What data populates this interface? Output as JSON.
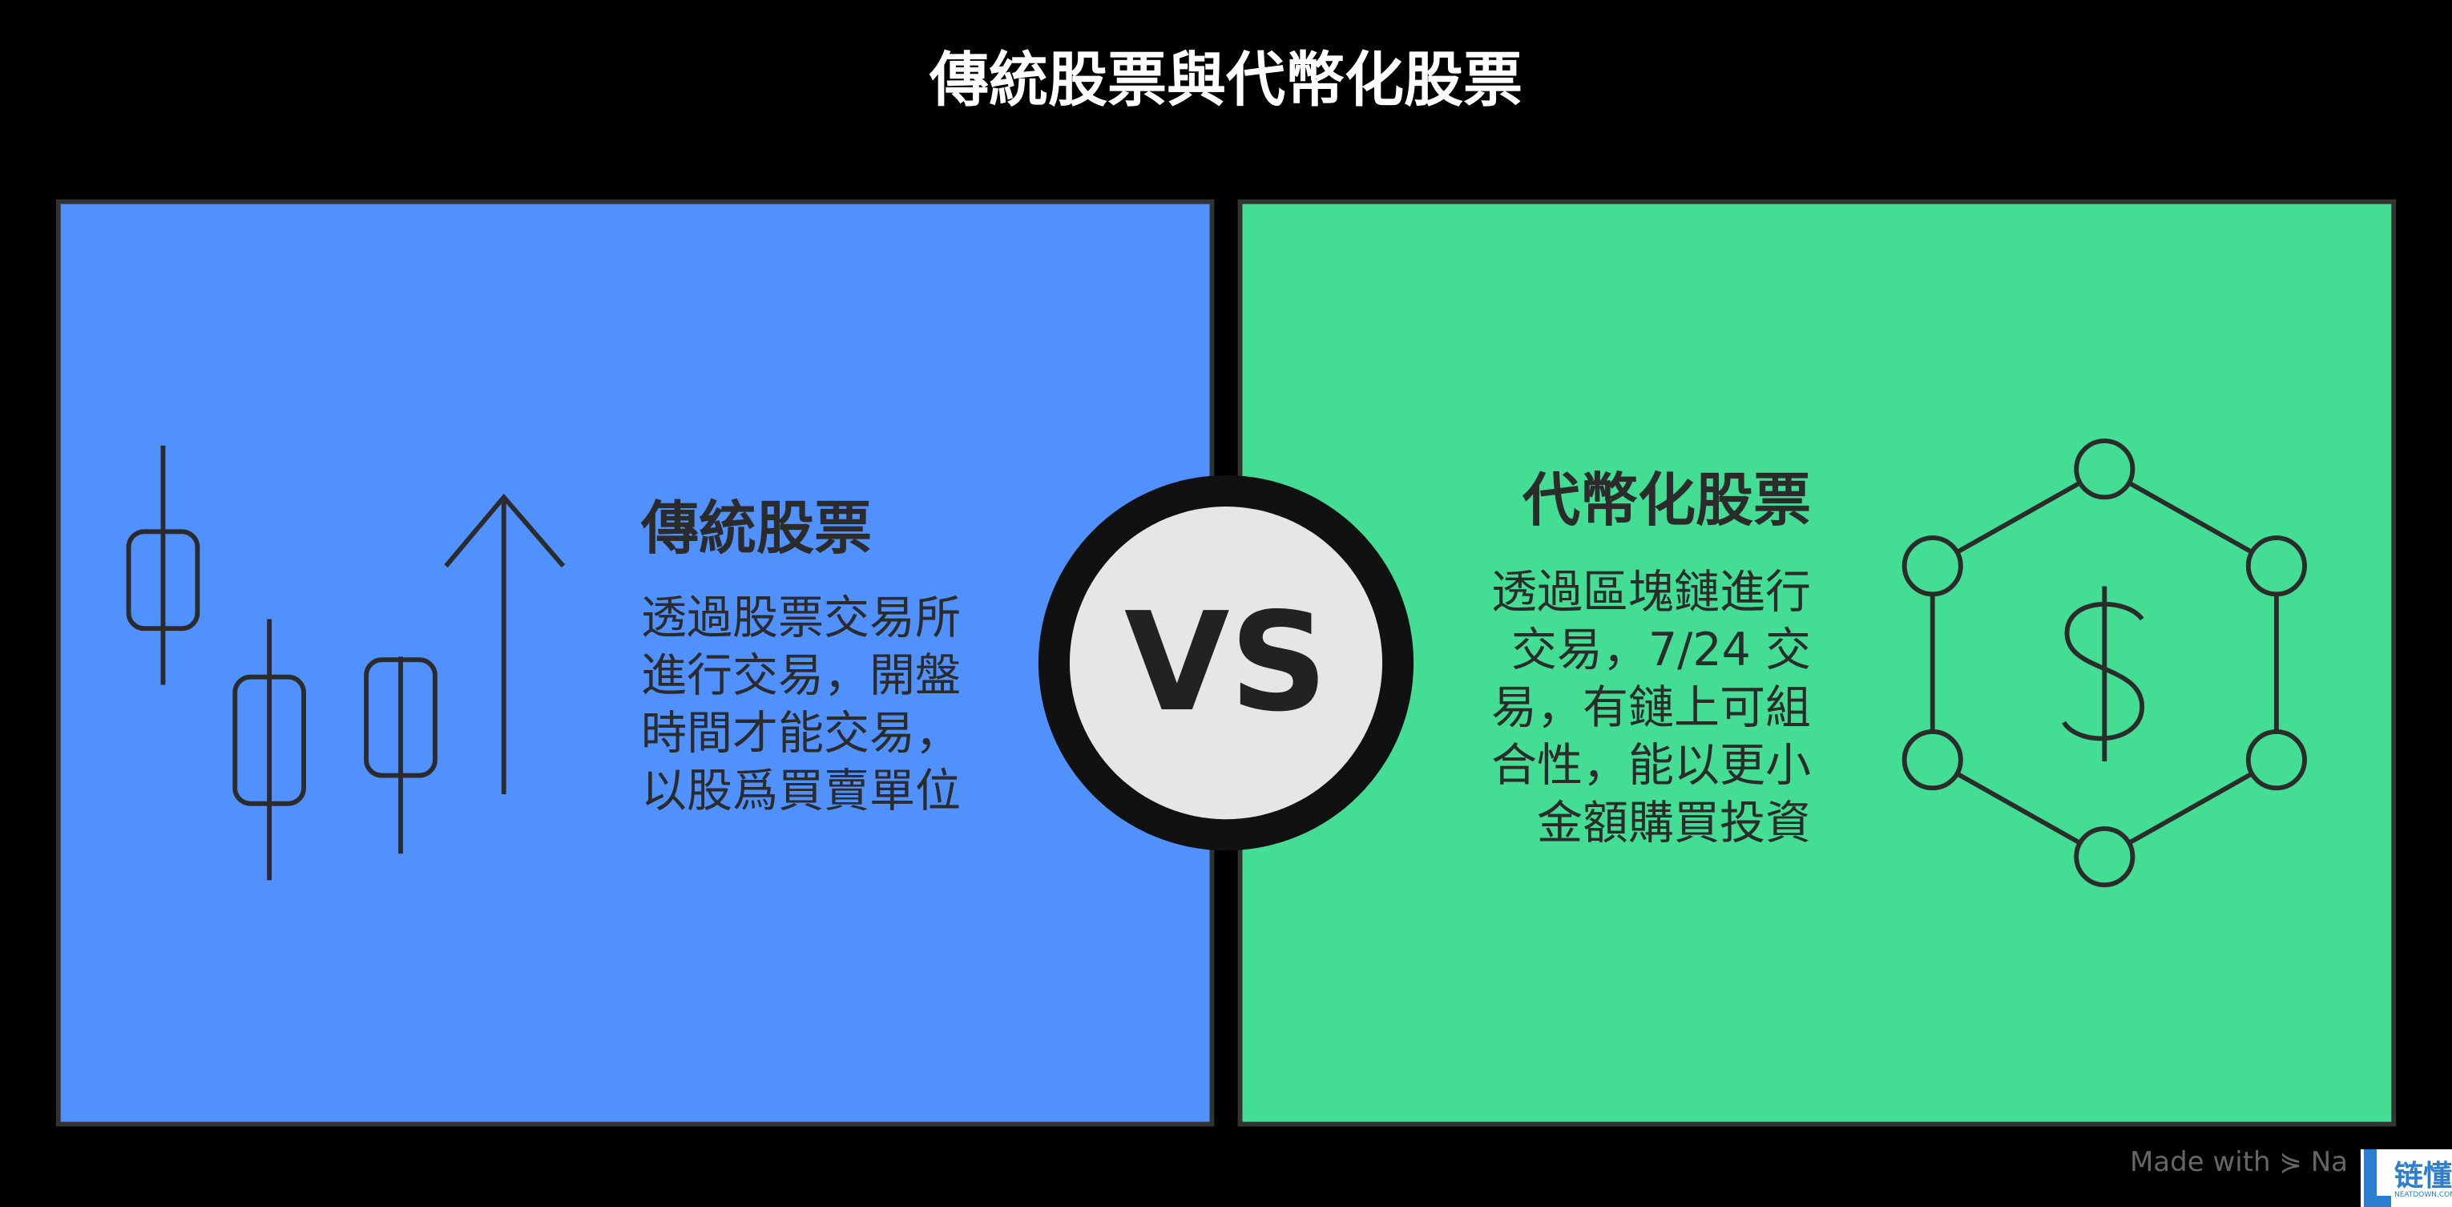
{
  "title": "傳統股票與代幣化股票",
  "colors": {
    "left_panel": "#5191FD",
    "right_panel": "#44DD94",
    "border": "#333333",
    "vs_circle": "#E6E6E6"
  },
  "left": {
    "heading": "傳統股票",
    "lines": [
      "透過股票交易所",
      "進行交易，開盤",
      "時間才能交易，",
      "以股爲買賣單位"
    ],
    "icon": "candlestick-chart-up-arrow-icon"
  },
  "vs_label": "VS",
  "right": {
    "heading": "代幣化股票",
    "lines": [
      "透過區塊鏈進行",
      "交易，7/24 交",
      "易，有鏈上可組",
      "合性，能以更小",
      "金額購買投資"
    ],
    "icon": "hexagon-network-dollar-icon"
  },
  "footer": {
    "made_with": "Made with",
    "brand_partial": "Na"
  },
  "watermark": {
    "cn": "链懂",
    "en": "NEATDOWN.COM"
  }
}
